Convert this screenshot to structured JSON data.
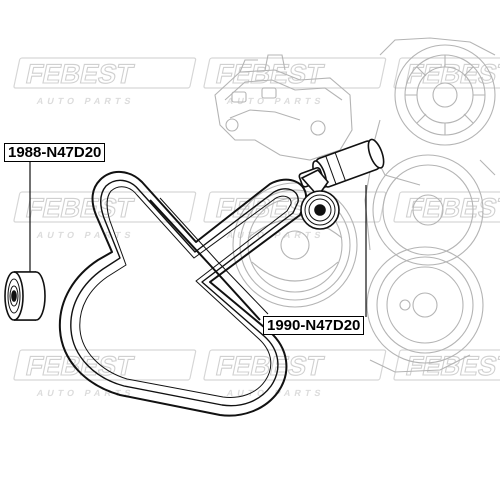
{
  "watermark": {
    "brand": "FEBEST",
    "tagline": "AUTO PARTS"
  },
  "parts": [
    {
      "number": "1988-N47D20"
    },
    {
      "number": "1990-N47D20"
    }
  ]
}
